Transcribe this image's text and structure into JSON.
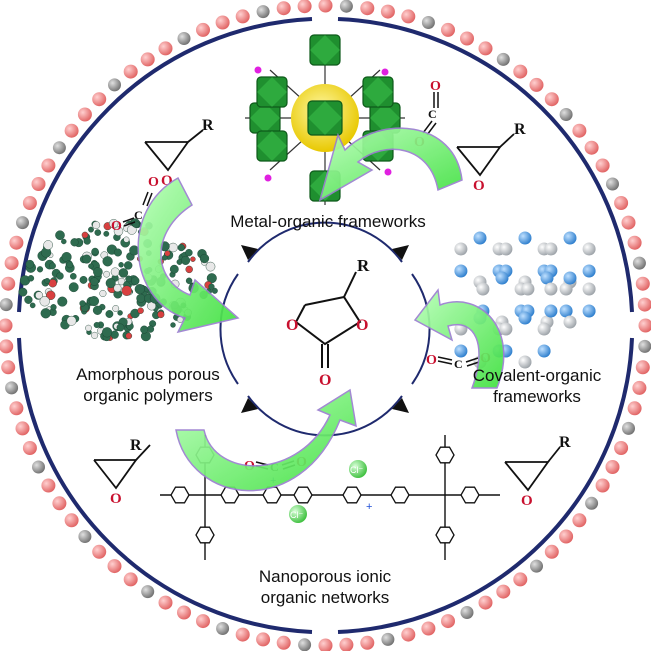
{
  "labels": {
    "mof": "Metal-organic frameworks",
    "app_line1": "Amorphous porous",
    "app_line2": "organic polymers",
    "cof_line1": "Covalent-organic",
    "cof_line2": "frameworks",
    "nion_line1": "Nanoporous ionic",
    "nion_line2": "organic networks"
  },
  "chem": {
    "R": "R",
    "O": "O",
    "C": "C",
    "Cl_minus": "Cl⁻",
    "plus": "+"
  },
  "colors": {
    "ring": "#1f2a6e",
    "bead_red": "#f08080",
    "bead_grey": "#8c8c8c",
    "arrow": "#7cf27c",
    "mof_green": "#1f8f2f",
    "mof_core": "#f2e21c",
    "cof_blue": "#3d8fd6",
    "app_green": "#2e6b4f"
  }
}
